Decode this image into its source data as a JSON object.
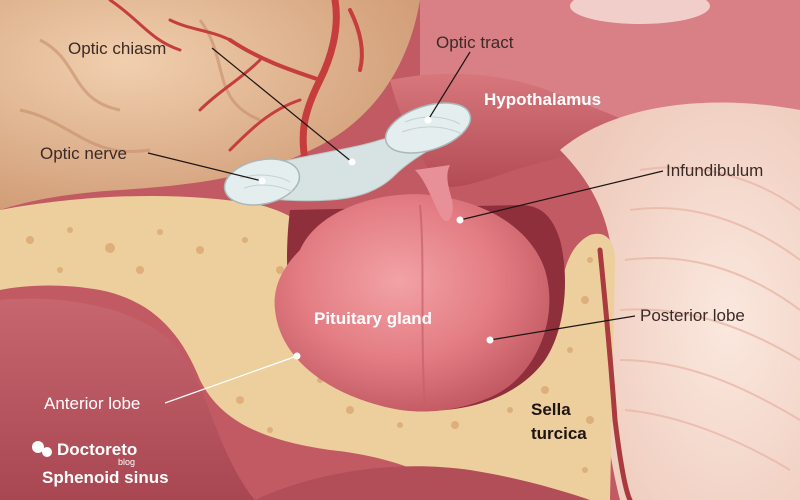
{
  "labels": {
    "optic_chiasm": "Optic chiasm",
    "optic_tract": "Optic tract",
    "optic_nerve": "Optic nerve",
    "hypothalamus": "Hypothalamus",
    "infundibulum": "Infundibulum",
    "pituitary_gland": "Pituitary gland",
    "posterior_lobe": "Posterior lobe",
    "anterior_lobe": "Anterior lobe",
    "sella_turcica_line1": "Sella",
    "sella_turcica_line2": "turcica",
    "sphenoid_sinus": "Sphenoid sinus"
  },
  "watermark": {
    "brand": "Doctoreto",
    "sub": "blog",
    "icon": "doctor-logo-icon"
  },
  "colors": {
    "gland": "#e37d83",
    "bone": "#edcf9e",
    "tissue": "#b9525b",
    "brain": "#e5b897",
    "nerve": "#d7e2e2",
    "vessel": "#c53d3d"
  }
}
